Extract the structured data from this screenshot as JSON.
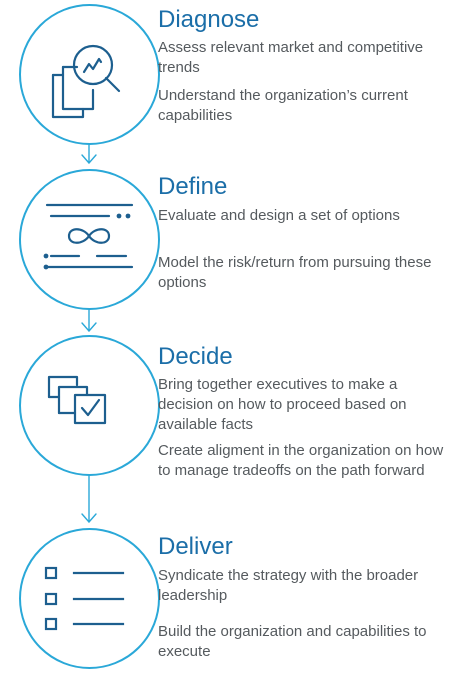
{
  "colors": {
    "accent": "#2aa8d8",
    "title": "#1b6ea8",
    "body_text": "#555a5e",
    "icon_stroke": "#1d5f8f"
  },
  "steps": [
    {
      "title": "Diagnose",
      "icon": "document-chart-magnifier-icon",
      "paragraphs": [
        "Assess relevant market and competitive trends",
        "Understand the organization’s current capabilities"
      ]
    },
    {
      "title": "Define",
      "icon": "infinity-options-icon",
      "paragraphs": [
        "Evaluate and design a set of options",
        "Model the risk/return from pursuing these options"
      ]
    },
    {
      "title": "Decide",
      "icon": "stacked-checkbox-icon",
      "paragraphs": [
        "Bring together executives to make a decision on how to proceed based on available facts",
        "Create aligment in the organization on how to manage tradeoffs on the path forward"
      ]
    },
    {
      "title": "Deliver",
      "icon": "checklist-icon",
      "paragraphs": [
        "Syndicate the strategy with the broader leadership",
        "Build the organization and capabilities to execute"
      ]
    }
  ]
}
